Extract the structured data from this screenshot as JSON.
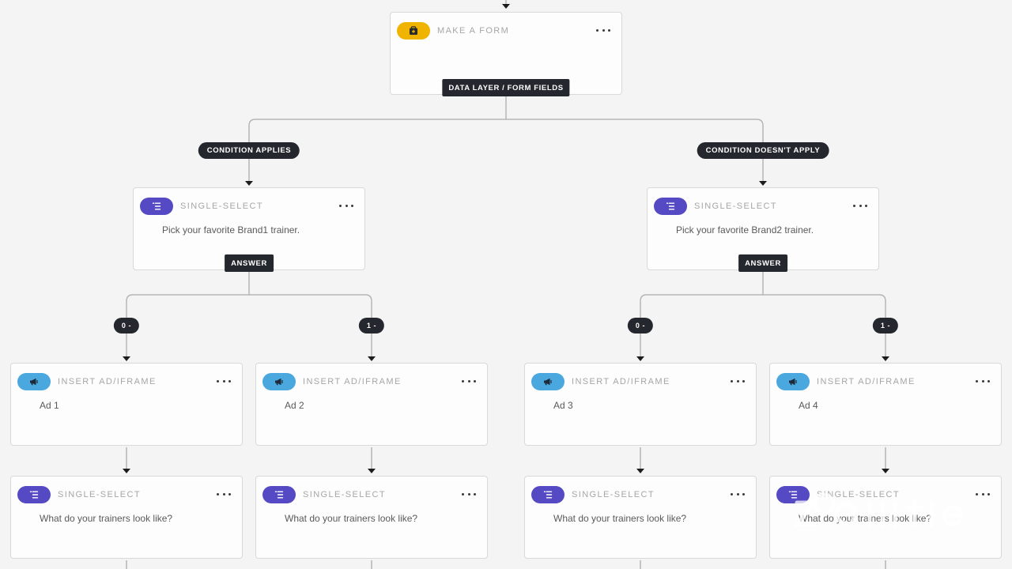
{
  "colors": {
    "form_icon": "#f0b400",
    "select_icon": "#5549c4",
    "ad_icon": "#4aa8de",
    "tag_bg": "#24272d",
    "connector": "#b5b5b5"
  },
  "nodes": {
    "make_form": {
      "icon": "form-icon",
      "type": "MAKE A FORM",
      "output_tag": "DATA LAYER / FORM FIELDS"
    },
    "branches": {
      "applies": "CONDITION APPLIES",
      "not_applies": "CONDITION DOESN'T APPLY"
    },
    "select_1": {
      "icon": "list-icon",
      "type": "SINGLE-SELECT",
      "description": "Pick your favorite Brand1 trainer.",
      "output_tag": "ANSWER"
    },
    "select_2": {
      "icon": "list-icon",
      "type": "SINGLE-SELECT",
      "description": "Pick your favorite Brand2 trainer.",
      "output_tag": "ANSWER"
    },
    "answers": {
      "left_0": "0 -",
      "left_1": "1 -",
      "right_0": "0 -",
      "right_1": "1 -"
    },
    "ads": [
      {
        "icon": "megaphone-icon",
        "type": "INSERT AD/IFRAME",
        "description": "Ad 1"
      },
      {
        "icon": "megaphone-icon",
        "type": "INSERT AD/IFRAME",
        "description": "Ad 2"
      },
      {
        "icon": "megaphone-icon",
        "type": "INSERT AD/IFRAME",
        "description": "Ad 3"
      },
      {
        "icon": "megaphone-icon",
        "type": "INSERT AD/IFRAME",
        "description": "Ad 4"
      }
    ],
    "followups": [
      {
        "icon": "list-icon",
        "type": "SINGLE-SELECT",
        "description": "What do your trainers look like?"
      },
      {
        "icon": "list-icon",
        "type": "SINGLE-SELECT",
        "description": "What do your trainers look like?"
      },
      {
        "icon": "list-icon",
        "type": "SINGLE-SELECT",
        "description": "What do your trainers look like?"
      },
      {
        "icon": "list-icon",
        "type": "SINGLE-SELECT",
        "description": "What do your trainers look like?"
      }
    ]
  },
  "watermark_icon": "brand-logo-icon"
}
